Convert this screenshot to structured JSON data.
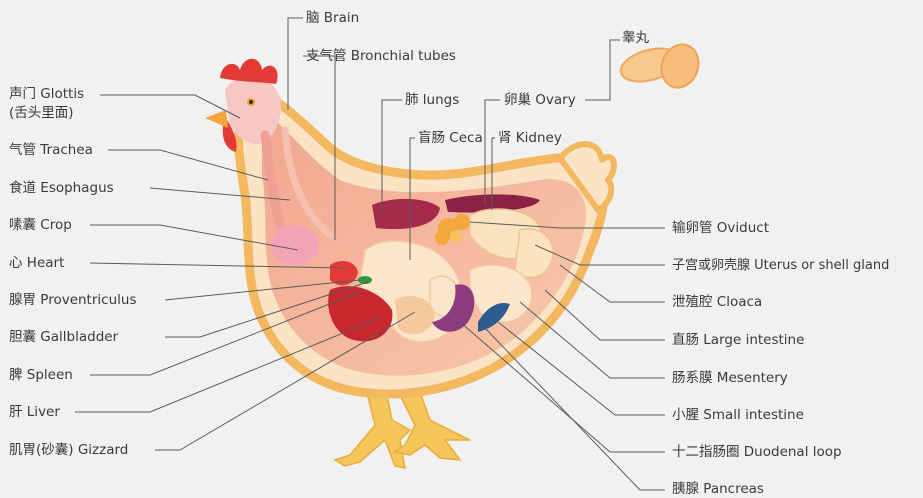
{
  "labels": {
    "brain": "脑 Brain",
    "bronchial_tubes": "支气管 Bronchial tubes",
    "testis": "睾丸",
    "glottis": "声门 Glottis",
    "glottis_note": "(舌头里面)",
    "lungs": "肺 lungs",
    "ovary": "卵巢 Ovary",
    "ceca": "盲肠 Ceca",
    "kidney": "肾 Kidney",
    "trachea": "气管 Trachea",
    "esophagus": "食道 Esophagus",
    "crop": "嗉囊 Crop",
    "heart": "心 Heart",
    "proventriculus": "腺胃 Proventriculus",
    "gallbladder": "胆囊 Gallbladder",
    "spleen": "脾 Spleen",
    "liver": "肝 Liver",
    "gizzard": "肌胃(砂囊) Gizzard",
    "oviduct": "输卵管 Oviduct",
    "uterus": "子宫或卵壳腺 Uterus or shell gland",
    "cloaca": "泄殖腔 Cloaca",
    "large_intestine": "直肠 Large intestine",
    "mesentery": "肠系膜 Mesentery",
    "small_intestine": "小腥 Small intestine",
    "duodenal_loop": "十二指肠圈 Duodenal loop",
    "pancreas": "胰腺 Pancreas"
  },
  "colors": {
    "background": "#f1f1f1",
    "body_outline": "#f4b860",
    "body_fill": "#fbe7cf",
    "body_inner": "#f3b59b",
    "comb": "#e23a35",
    "leader_line": "#5b5b5b",
    "text": "#3a3a3a"
  }
}
